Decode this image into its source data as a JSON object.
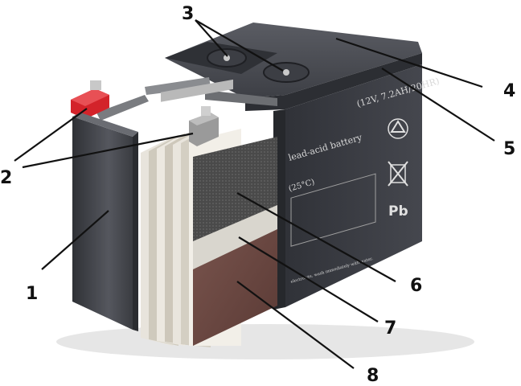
{
  "battery": {
    "rating_text": "(12V, 7.2AH/20HR)",
    "type_text": "lead-acid battery",
    "temp_text": "(25°C)",
    "chem_symbol": "Pb",
    "small_print": "electrolyte, wash immediately with water."
  },
  "callouts": [
    {
      "label": "1"
    },
    {
      "label": "2"
    },
    {
      "label": "3"
    },
    {
      "label": "4"
    },
    {
      "label": "5"
    },
    {
      "label": "6"
    },
    {
      "label": "7"
    },
    {
      "label": "8"
    }
  ],
  "colors": {
    "case_dark": "#3a3c42",
    "case_side": "#4a4c53",
    "terminal_red": "#d3232a",
    "grid_plate": "#4d4d4d",
    "separator": "#d6d2c8",
    "active_material": "#6e4a44"
  }
}
